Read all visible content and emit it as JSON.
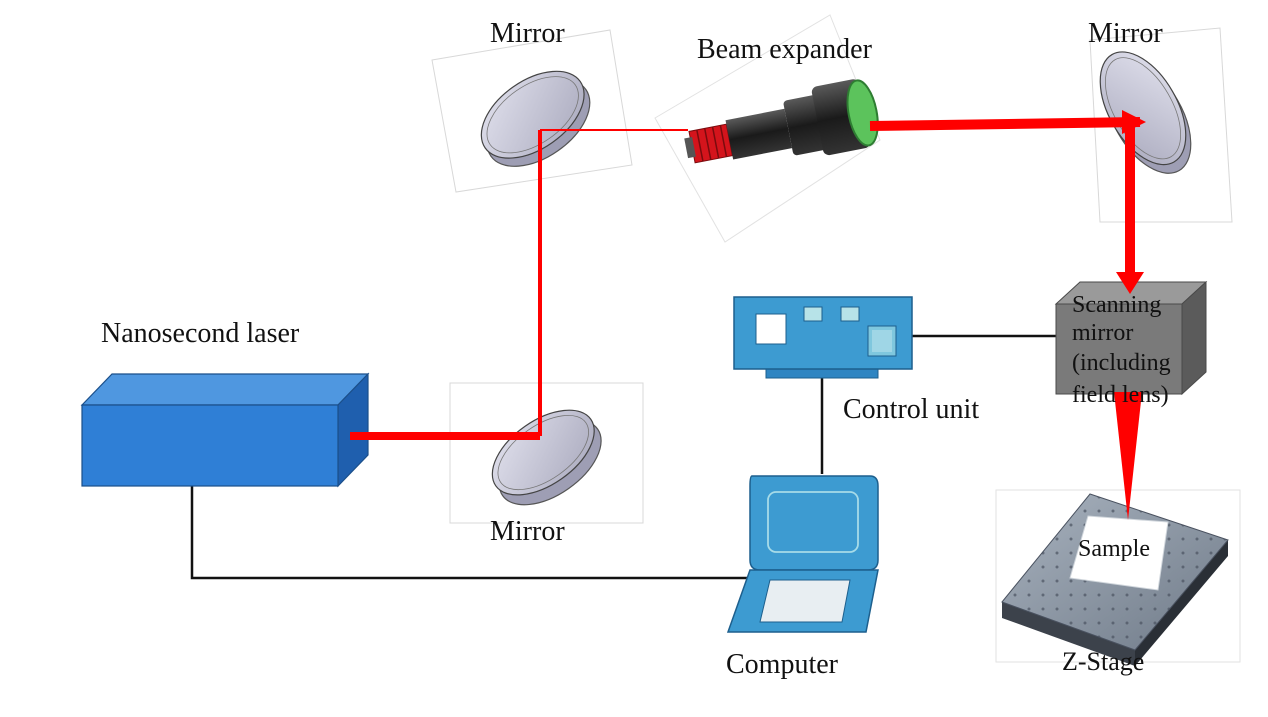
{
  "labels": {
    "mirror_top_left": "Mirror",
    "beam_expander": "Beam expander",
    "mirror_top_right": "Mirror",
    "nanosecond_laser": "Nanosecond laser",
    "mirror_bottom": "Mirror",
    "control_unit": "Control unit",
    "scanning_line1": "Scanning",
    "scanning_line2": "mirror",
    "scanning_line3": "(including",
    "scanning_line4": "field lens)",
    "sample": "Sample",
    "computer": "Computer",
    "z_stage": "Z-Stage"
  },
  "colors": {
    "laser_beam": "#ff0000",
    "laser_body": "#2f7fd6",
    "device_blue": "#3d9bd1",
    "scanner_gray": "#7a7a7a",
    "stage_gray": "#8d98a6",
    "mirror_fill": "#c9c9d8",
    "lens_green": "#5cc35c",
    "expander_red": "#d4141c"
  }
}
